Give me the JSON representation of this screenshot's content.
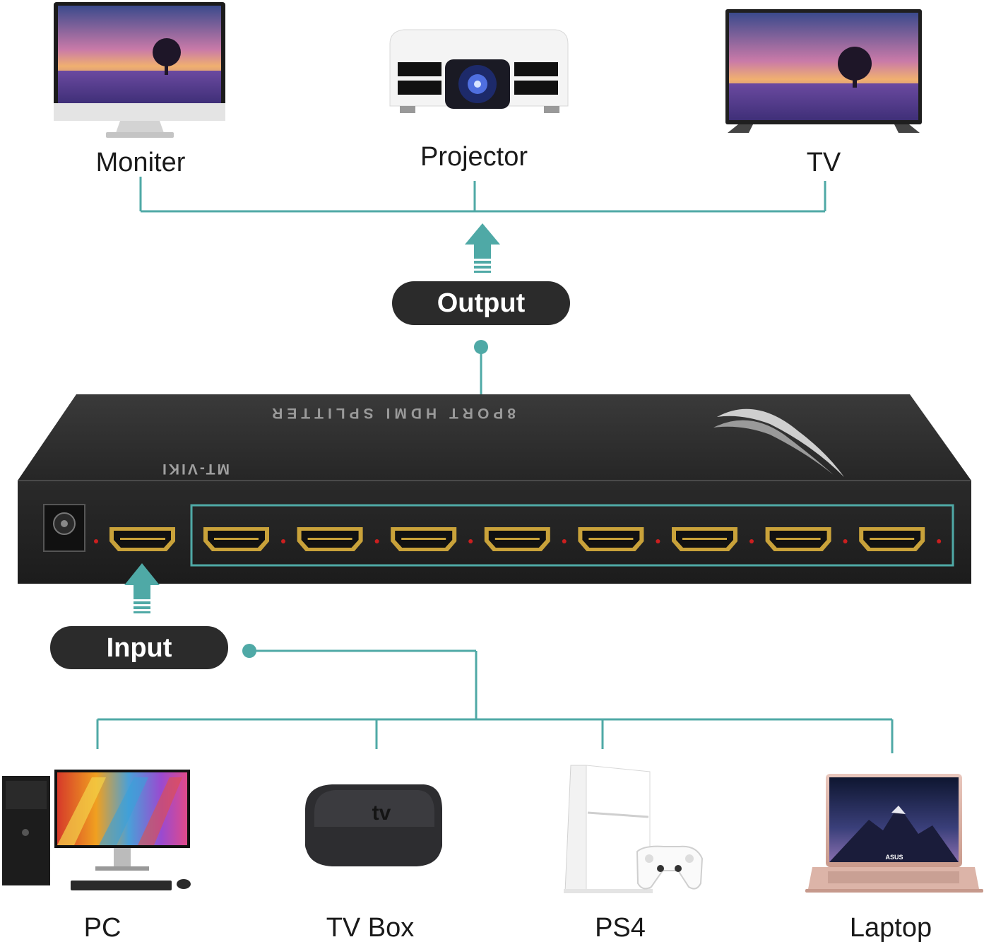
{
  "colors": {
    "accent": "#4fa9a6",
    "pill": "#2b2b2b",
    "pill_text": "#ffffff",
    "device_body": "#2d2d2d",
    "port_gold": "#c9a23a",
    "led_red": "#cc1f1f"
  },
  "outputs": {
    "devices": [
      {
        "label": "Moniter",
        "icon": "monitor-icon"
      },
      {
        "label": "Projector",
        "icon": "projector-icon"
      },
      {
        "label": "TV",
        "icon": "tv-icon"
      }
    ],
    "badge": "Output"
  },
  "splitter": {
    "brand": "MT-VIKI",
    "model": "8PORT HDMI SPLITTER",
    "input_ports": 1,
    "output_ports": 8
  },
  "inputs": {
    "badge": "Input",
    "devices": [
      {
        "label": "PC",
        "icon": "desktop-pc-icon"
      },
      {
        "label": "TV Box",
        "icon": "tv-box-icon",
        "logo": "tv"
      },
      {
        "label": "PS4",
        "icon": "ps4-console-icon"
      },
      {
        "label": "Laptop",
        "icon": "laptop-icon",
        "logo": "ASUS"
      }
    ]
  }
}
